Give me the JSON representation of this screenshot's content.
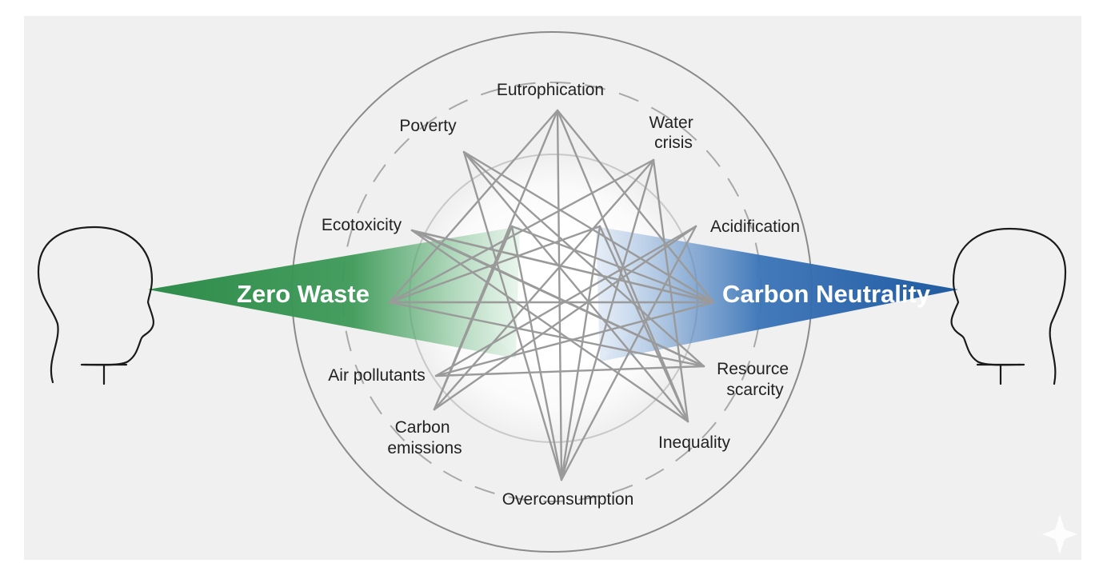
{
  "left_banner": {
    "label": "Zero Waste",
    "color": "#2e8b4a"
  },
  "right_banner": {
    "label": "Carbon Neutrality",
    "color": "#2a63a8"
  },
  "nodes": [
    {
      "id": "eutrophication",
      "lines": [
        "Eutrophication"
      ]
    },
    {
      "id": "water-crisis",
      "lines": [
        "Water",
        "crisis"
      ]
    },
    {
      "id": "acidification",
      "lines": [
        "Acidification"
      ]
    },
    {
      "id": "resource-scarcity",
      "lines": [
        "Resource",
        "scarcity"
      ]
    },
    {
      "id": "inequality",
      "lines": [
        "Inequality"
      ]
    },
    {
      "id": "overconsumption",
      "lines": [
        "Overconsumption"
      ]
    },
    {
      "id": "carbon-emissions",
      "lines": [
        "Carbon",
        "emissions"
      ]
    },
    {
      "id": "air-pollutants",
      "lines": [
        "Air pollutants"
      ]
    },
    {
      "id": "ecotoxicity",
      "lines": [
        "Ecotoxicity"
      ]
    },
    {
      "id": "poverty",
      "lines": [
        "Poverty"
      ]
    }
  ],
  "colors": {
    "background": "#f0f0f0",
    "line": "#9a9a9a",
    "ring": "#8a8a8a"
  }
}
